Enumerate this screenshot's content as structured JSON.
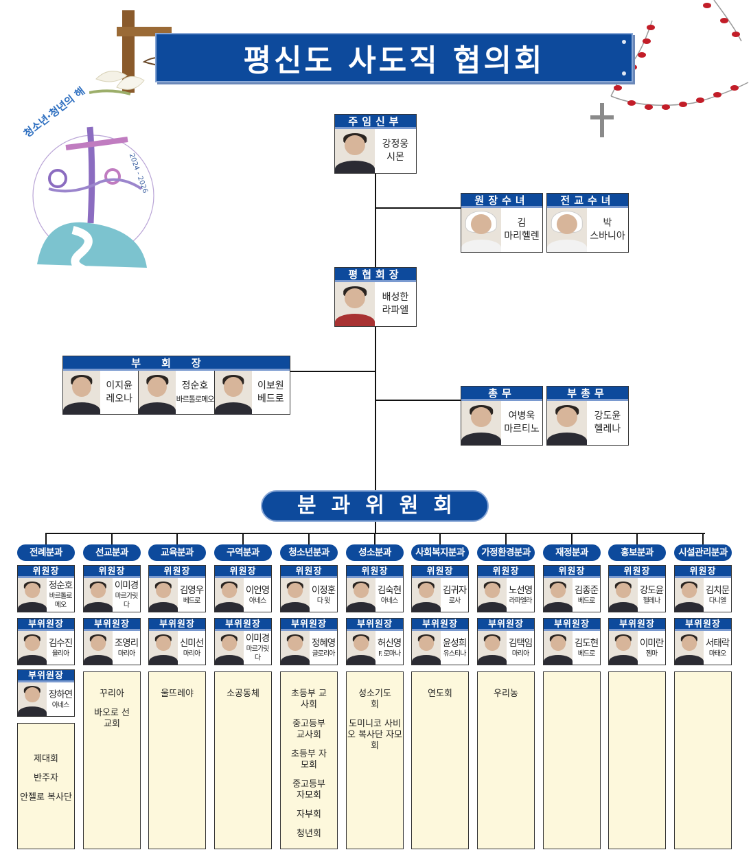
{
  "title": "평신도 사도직 협의회",
  "logo_text": {
    "arc": "청소년·청년의 해",
    "years": "2024 - 2026"
  },
  "pastor": {
    "role": "주임신부",
    "name": "강정웅",
    "baptismal": "시몬"
  },
  "sisters": [
    {
      "role": "원장수녀",
      "name": "김",
      "baptismal": "마리헬렌"
    },
    {
      "role": "전교수녀",
      "name": "박",
      "baptismal": "스바니아"
    }
  ],
  "president": {
    "role": "평협회장",
    "name": "배성한",
    "baptismal": "라파엘"
  },
  "vice_presidents": {
    "label": "부회장",
    "members": [
      {
        "name": "이지윤",
        "baptismal": "레오나"
      },
      {
        "name": "정순호",
        "baptismal": "바르톨로메오"
      },
      {
        "name": "이보원",
        "baptismal": "베드로"
      }
    ]
  },
  "secretaries": [
    {
      "role": "총무",
      "name": "여병욱",
      "baptismal": "마르티노"
    },
    {
      "role": "부총무",
      "name": "강도윤",
      "baptismal": "헬레나"
    }
  ],
  "committee_label": "분과위원회",
  "chair_label": "위원장",
  "vice_chair_label": "부위원장",
  "divisions": [
    {
      "name": "전례분과",
      "chair": {
        "name": "정순호",
        "baptismal": "바르톨로메오"
      },
      "vice": [
        {
          "name": "김수진",
          "baptismal": "율리아"
        },
        {
          "name": "장하연",
          "baptismal": "아네스"
        }
      ],
      "groups": [
        "제대회",
        "반주자",
        "안젤로 복사단"
      ]
    },
    {
      "name": "선교분과",
      "chair": {
        "name": "이미경",
        "baptismal": "마르가릿다"
      },
      "vice": [
        {
          "name": "조영리",
          "baptismal": "마리아"
        }
      ],
      "groups": [
        "꾸리아",
        "바오로 선교회"
      ]
    },
    {
      "name": "교육분과",
      "chair": {
        "name": "김영우",
        "baptismal": "베드로"
      },
      "vice": [
        {
          "name": "신미선",
          "baptismal": "마리아"
        }
      ],
      "groups": [
        "울뜨레야"
      ]
    },
    {
      "name": "구역분과",
      "chair": {
        "name": "이언영",
        "baptismal": "아네스"
      },
      "vice": [
        {
          "name": "이미경",
          "baptismal": "마르가릿다"
        }
      ],
      "groups": [
        "소공동체"
      ]
    },
    {
      "name": "청소년분과",
      "chair": {
        "name": "이정훈",
        "baptismal": "다 윗"
      },
      "vice": [
        {
          "name": "정혜영",
          "baptismal": "글로리아"
        }
      ],
      "groups": [
        "초등부 교사회",
        "중고등부 교사회",
        "초등부 자모회",
        "중고등부 자모회",
        "자부회",
        "청년회"
      ]
    },
    {
      "name": "성소분과",
      "chair": {
        "name": "김숙현",
        "baptismal": "아네스"
      },
      "vice": [
        {
          "name": "허신영",
          "baptismal": "F. 로마나"
        }
      ],
      "groups": [
        "성소기도회",
        "도미니코 사비오 복사단 자모회"
      ]
    },
    {
      "name": "사회복지분과",
      "chair": {
        "name": "김귀자",
        "baptismal": "로사"
      },
      "vice": [
        {
          "name": "윤성희",
          "baptismal": "유스티나"
        }
      ],
      "groups": [
        "연도회"
      ]
    },
    {
      "name": "가정환경분과",
      "chair": {
        "name": "노선영",
        "baptismal": "라파엘라"
      },
      "vice": [
        {
          "name": "김택임",
          "baptismal": "마리아"
        }
      ],
      "groups": [
        "우리농"
      ]
    },
    {
      "name": "재정분과",
      "chair": {
        "name": "김종준",
        "baptismal": "베드로"
      },
      "vice": [
        {
          "name": "김도현",
          "baptismal": "베드로"
        }
      ],
      "groups": []
    },
    {
      "name": "홍보분과",
      "chair": {
        "name": "강도윤",
        "baptismal": "헬레나"
      },
      "vice": [
        {
          "name": "이미란",
          "baptismal": "젬마"
        }
      ],
      "groups": []
    },
    {
      "name": "시설관리분과",
      "chair": {
        "name": "김치문",
        "baptismal": "다니엘"
      },
      "vice": [
        {
          "name": "서태락",
          "baptismal": "마태오"
        }
      ],
      "groups": []
    }
  ]
}
